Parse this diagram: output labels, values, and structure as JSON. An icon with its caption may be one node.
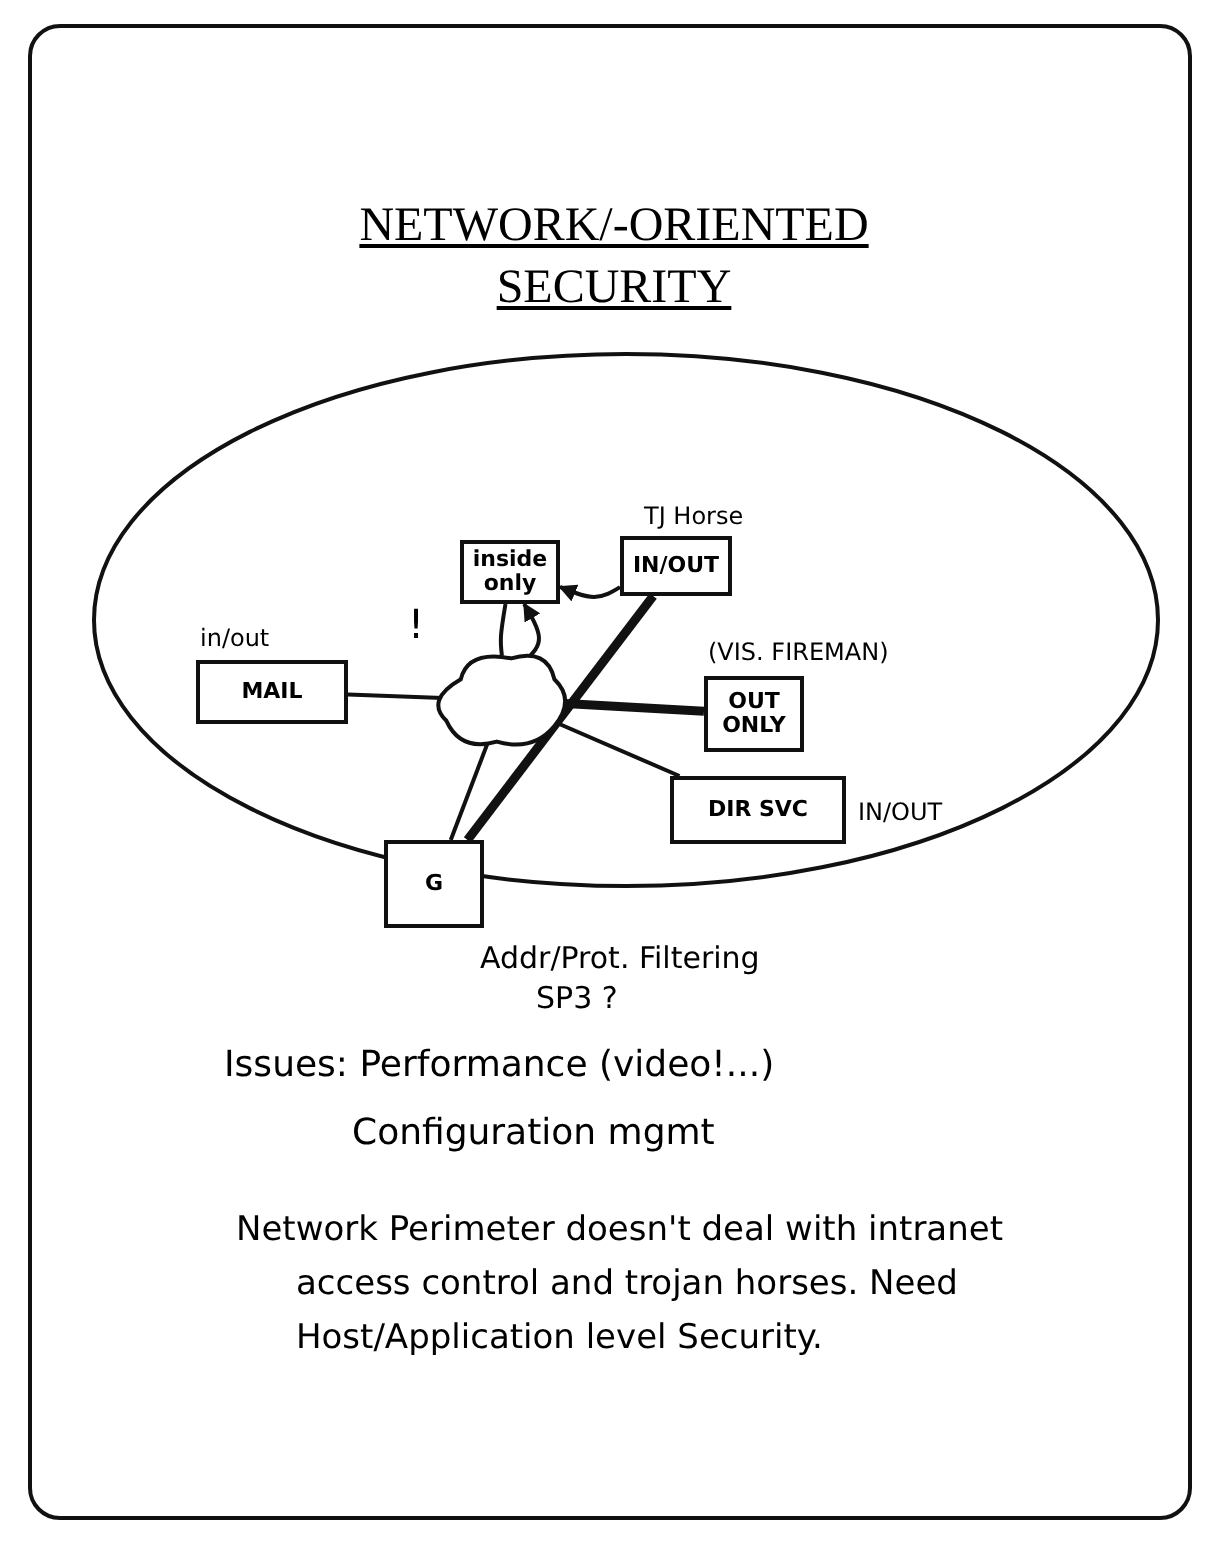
{
  "diagram": {
    "title": "NETWORK/-ORIENTED SECURITY",
    "nodes": [
      {
        "text": [],
        "shape": "oval"
      },
      {
        "text": [
          "inside only"
        ],
        "in": 0
      },
      {
        "text": [
          "IN/OUT"
        ],
        "in": 0,
        "beside": [
          "TJ Horse"
        ]
      },
      {
        "text": [
          "MAIL"
        ],
        "in": 0,
        "beside": [
          "in/out"
        ]
      },
      {
        "text": [],
        "shape": "cloud",
        "in": 0
      },
      {
        "text": [
          "OUT ONLY"
        ],
        "in": 0,
        "beside": [
          "(VIS. FIREMAN)"
        ]
      },
      {
        "text": [
          "DIR SVC"
        ],
        "in": 0,
        "beside": [
          "IN/OUT"
        ]
      },
      {
        "text": [
          "G"
        ],
        "beside": [
          "Addr/Prot. Filtering"
        ]
      }
    ],
    "edges": [
      {
        "from": 3,
        "to": 4,
        "arrow": "none"
      },
      {
        "from": 4,
        "to": 1,
        "arrow": "none"
      },
      {
        "from": 4,
        "to": 1,
        "arrow": "to"
      },
      {
        "from": 2,
        "to": 1,
        "arrow": "to"
      },
      {
        "from": 7,
        "to": 2,
        "arrow": "none",
        "style": "thick"
      },
      {
        "from": 7,
        "to": 4,
        "arrow": "none"
      },
      {
        "from": 4,
        "to": 5,
        "arrow": "none",
        "style": "thick"
      },
      {
        "from": 4,
        "to": 6,
        "arrow": "none"
      }
    ],
    "labels": [
      "!",
      "SP3 ?",
      "Issues: Performance (video!...)",
      "Configuration mgmt",
      "Network Perimeter doesn't deal with intranet access control and trojan horses. Need Host/Application level Security."
    ]
  }
}
